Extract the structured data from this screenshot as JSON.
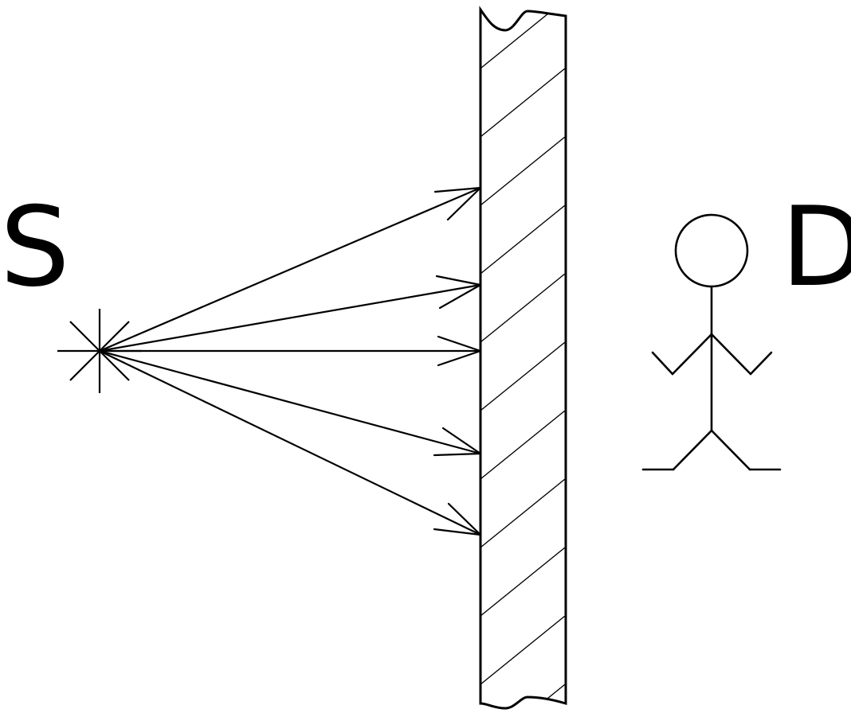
{
  "labels": {
    "source": "S",
    "detector": "D"
  },
  "rays": [
    {
      "id": "ray-1"
    },
    {
      "id": "ray-2"
    },
    {
      "id": "ray-3"
    },
    {
      "id": "ray-4"
    },
    {
      "id": "ray-5"
    }
  ],
  "colors": {
    "stroke": "#000000",
    "background": "#ffffff"
  }
}
